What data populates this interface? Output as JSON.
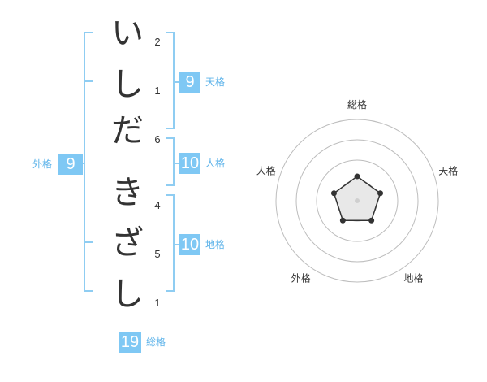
{
  "name_chars": [
    {
      "char": "い",
      "strokes": "2"
    },
    {
      "char": "し",
      "strokes": "1"
    },
    {
      "char": "だ",
      "strokes": "6"
    },
    {
      "char": "き",
      "strokes": "4"
    },
    {
      "char": "ざ",
      "strokes": "5"
    },
    {
      "char": "し",
      "strokes": "1"
    }
  ],
  "kaku": {
    "tenkaku": {
      "value": "9",
      "label": "天格"
    },
    "jinkaku": {
      "value": "10",
      "label": "人格"
    },
    "chikaku": {
      "value": "10",
      "label": "地格"
    },
    "gaikaku": {
      "value": "9",
      "label": "外格"
    },
    "soukaku": {
      "value": "19",
      "label": "総格"
    }
  },
  "colors": {
    "accent": "#7fc8f4",
    "bracket": "#8fcdf2",
    "label": "#5fb4ea",
    "text": "#333333"
  },
  "chart_data": {
    "type": "radar",
    "axes": [
      "総格",
      "天格",
      "地格",
      "外格",
      "人格"
    ],
    "values": [
      0.3,
      0.3,
      0.3,
      0.3,
      0.3
    ],
    "range": [
      0,
      1
    ],
    "rings": 4
  }
}
